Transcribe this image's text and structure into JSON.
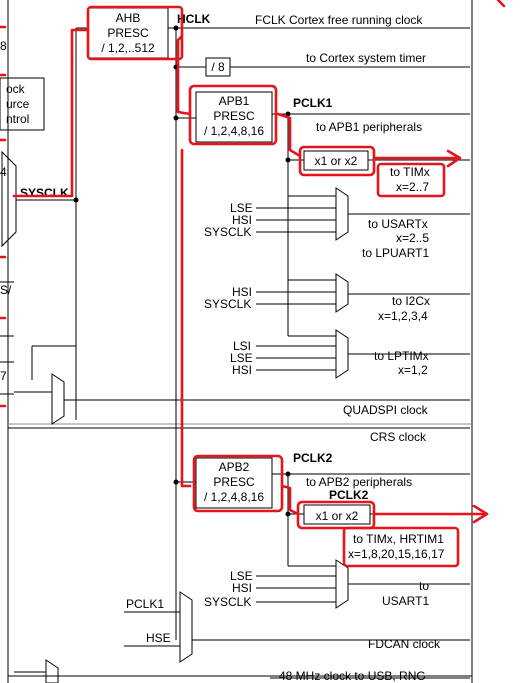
{
  "left_fragments": {
    "clock_source_1": "ock",
    "clock_source_2": "urce",
    "clock_source_3": "ntrol",
    "digit_8": "8",
    "digit_4": "4",
    "digit_7": "7",
    "slash_s": "S/",
    "sysclk": "SYSCLK"
  },
  "ahb": {
    "line1": "AHB",
    "line2": "PRESC",
    "line3": "/ 1,2,..512",
    "out": "HCLK"
  },
  "fclk": "FCLK Cortex free running clock",
  "div8": "/ 8",
  "sys_timer": "to Cortex system timer",
  "apb1": {
    "line1": "APB1",
    "line2": "PRESC",
    "line3": "/ 1,2,4,8,16",
    "out": "PCLK1",
    "periph": "to APB1 peripherals",
    "mult": "x1 or x2",
    "tim_1": "to TIMx",
    "tim_2": "x=2..7"
  },
  "usart": {
    "in_lse": "LSE",
    "in_hsi": "HSI",
    "in_sysclk": "SYSCLK",
    "out_1": "to USARTx",
    "out_2": "x=2..5",
    "out_3": "to LPUART1"
  },
  "i2c": {
    "in_hsi": "HSI",
    "in_sysclk": "SYSCLK",
    "out_1": "to I2Cx",
    "out_2": "x=1,2,3,4"
  },
  "lptim": {
    "in_lsi": "LSI",
    "in_lse": "LSE",
    "in_hsi": "HSI",
    "out_1": "to LPTIMx",
    "out_2": "x=1,2"
  },
  "quadspi": "QUADSPI clock",
  "crs": "CRS clock",
  "apb2": {
    "line1": "APB2",
    "line2": "PRESC",
    "line3": "/ 1,2,4,8,16",
    "out": "PCLK2",
    "periph": "to APB2 peripherals",
    "out_overlap": "PCLK2",
    "mult": "x1 or x2",
    "tim_1": "to TIMx, HRTIM1",
    "tim_2": "x=1,8,20,15,16,17"
  },
  "usart1": {
    "in_lse": "LSE",
    "in_hsi": "HSI",
    "in_sysclk": "SYSCLK",
    "out_1": "to",
    "out_2": "USART1"
  },
  "fdcan": {
    "in_pclk1": "PCLK1",
    "in_hse": "HSE",
    "out": "FDCAN clock"
  },
  "usb": "48 MHz clock to USB, RNG"
}
